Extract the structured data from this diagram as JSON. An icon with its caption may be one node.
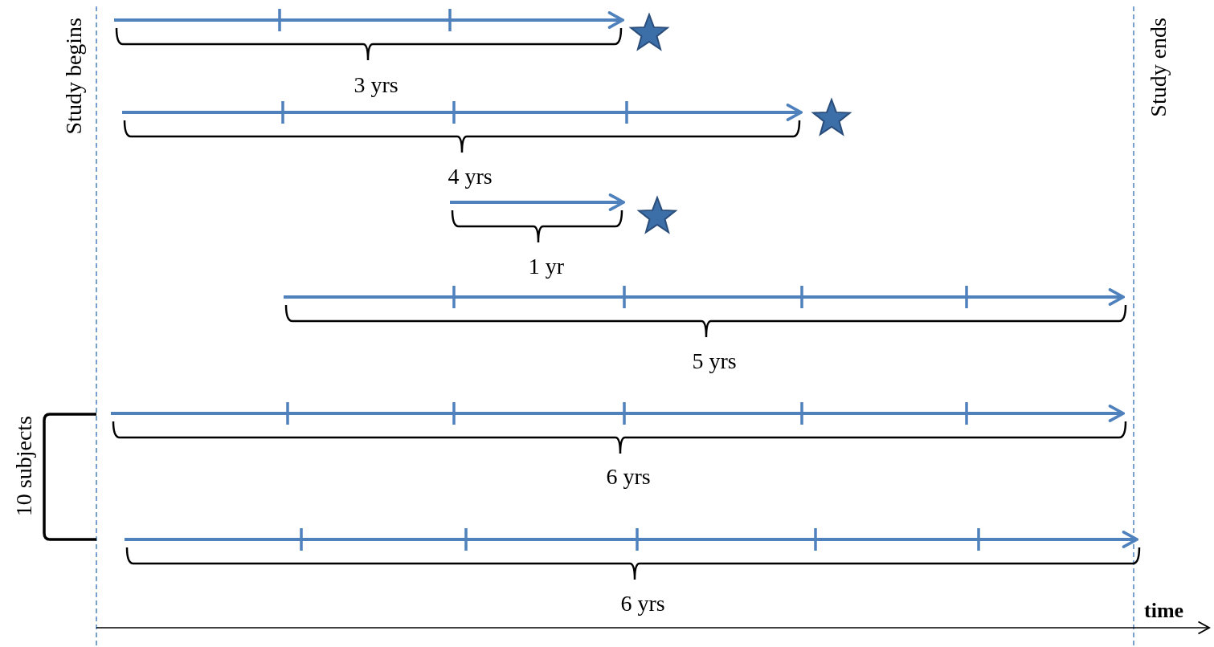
{
  "diagram": {
    "labels": [
      "Study begins",
      "Study ends",
      "3 yrs",
      "4 yrs",
      "1 yr",
      "5 yrs",
      "6 yrs",
      "6 yrs",
      "10 subjects",
      "time"
    ]
  }
}
